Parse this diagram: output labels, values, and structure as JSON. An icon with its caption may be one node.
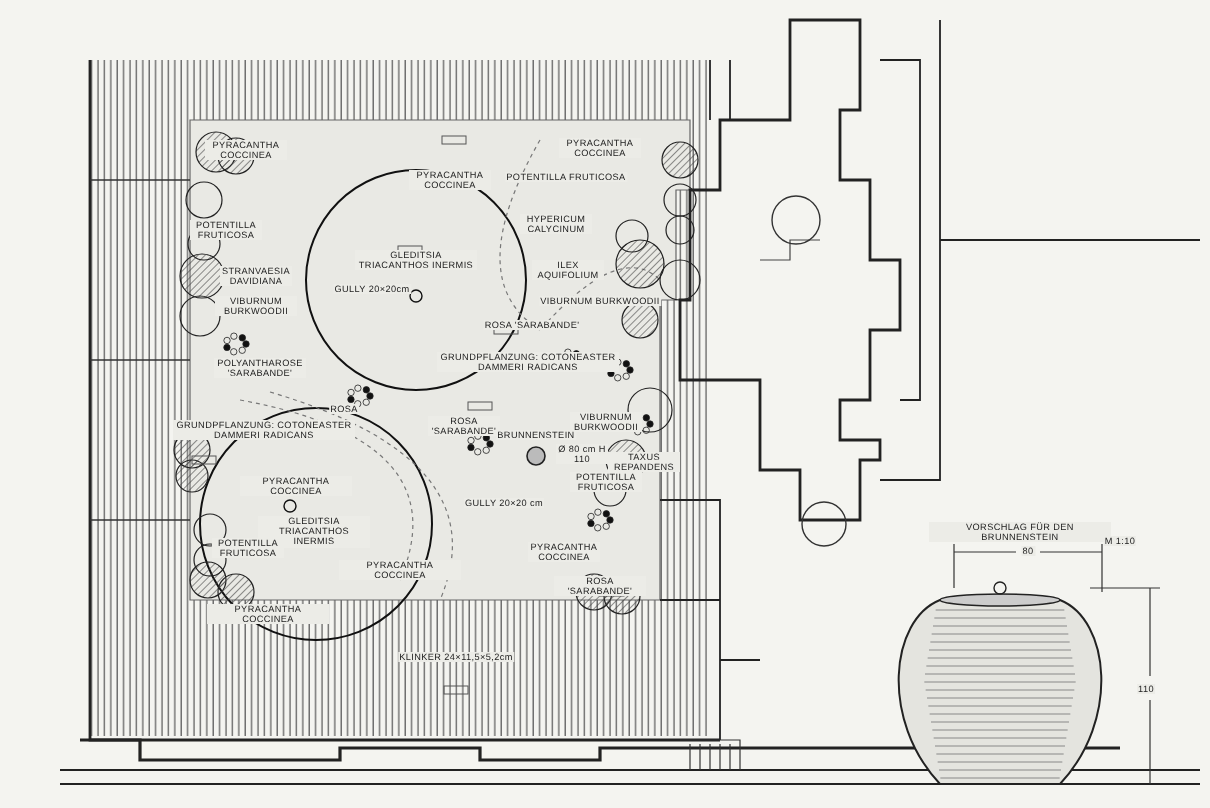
{
  "diagram": {
    "labels": [
      "PYRACANTHA COCCINEA",
      "PYRACANTHA COCCINEA",
      "PYRACANTHA COCCINEA",
      "POTENTILLA FRUTICOSA",
      "HYPERICUM CALYCINUM",
      "POTENTILLA FRUTICOSA",
      "GLEDITSIA TRIACANTHOS INERMIS",
      "ILEX AQUIFOLIUM",
      "STRANVAESIA DAVIDIANA",
      "GULLY 20×20cm",
      "VIBURNUM BURKWOODII",
      "VIBURNUM BURKWOODII",
      "ROSA 'SARABANDE'",
      "GRUNDPFLANZUNG: COTONEASTER DAMMERI RADICANS",
      "POLYANTHAROSE 'SARABANDE'",
      "ROSA",
      "VIBURNUM BURKWOODII",
      "ROSA 'SARABANDE'",
      "GRUNDPFLANZUNG: COTONEASTER DAMMERI RADICANS",
      "BRUNNENSTEIN",
      "Ø 80 cm H 110",
      "TAXUS REPANDENS",
      "PYRACANTHA COCCINEA",
      "POTENTILLA FRUTICOSA",
      "GULLY 20×20 cm",
      "GLEDITSIA TRIACANTHOS INERMIS",
      "POTENTILLA FRUTICOSA",
      "PYRACANTHA COCCINEA",
      "PYRACANTHA COCCINEA",
      "ROSA 'SARABANDE'",
      "PYRACANTHA COCCINEA",
      "KLINKER 24×11,5×5,2cm",
      "VORSCHLAG FÜR DEN BRUNNENSTEIN",
      "M 1:10",
      "80",
      "110"
    ]
  }
}
